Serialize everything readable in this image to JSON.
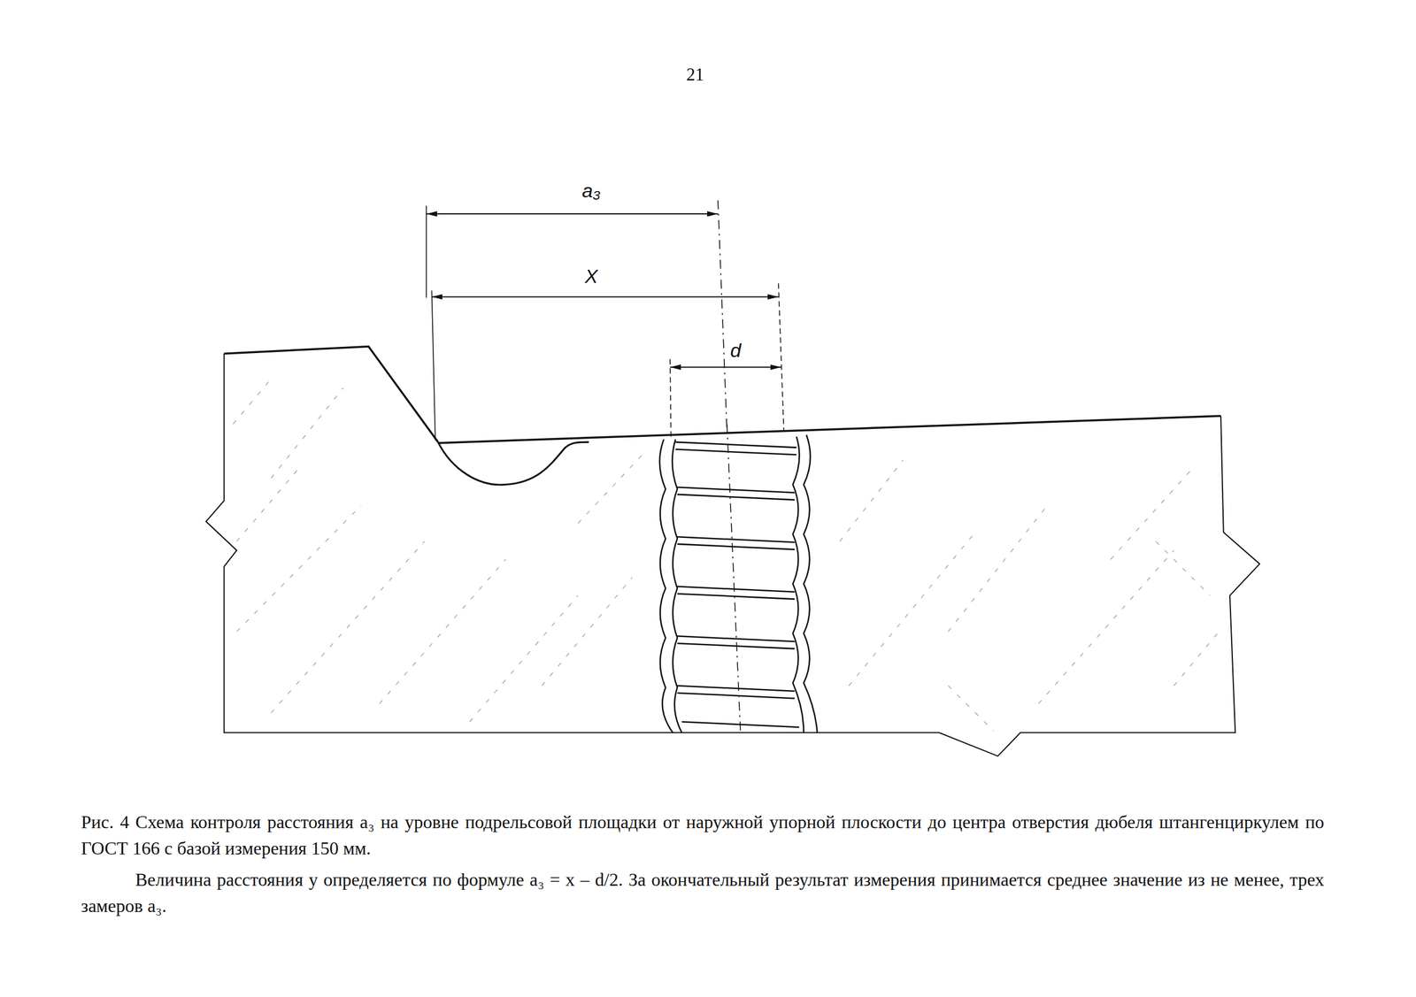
{
  "diagram": {
    "caption": "Рис. 4 Схема контроля расстояния a₃ на уровне подрельсовой площадки от наружной упорной плоскости до центра отверстия дюбеля штангенциркулем по ГОСТ 166 с базой измерения 150 мм.",
    "labels": [
      "21",
      "a₃",
      "X",
      "d",
      "Величина расстояния y определяется по формуле a₃ = x – d/2. За окончательный результат измерения принимается среднее значение из не менее, трех замеров a₃."
    ]
  }
}
